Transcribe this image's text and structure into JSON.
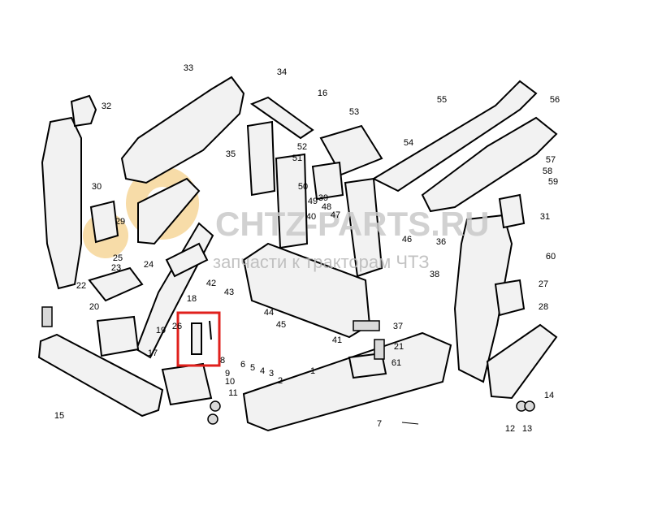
{
  "watermark": {
    "line1": "CHTZ-PARTS.RU",
    "line2": "запчасти к тракторам ЧТЗ"
  },
  "highlight_color": "#e0201c",
  "labels": [
    "1",
    "2",
    "3",
    "4",
    "5",
    "6",
    "7",
    "8",
    "9",
    "10",
    "11",
    "12",
    "13",
    "14",
    "15",
    "16",
    "17",
    "18",
    "19",
    "20",
    "21",
    "22",
    "23",
    "24",
    "25",
    "26",
    "27",
    "28",
    "29",
    "30",
    "31",
    "32",
    "33",
    "34",
    "35",
    "36",
    "37",
    "38",
    "39",
    "40",
    "41",
    "42",
    "43",
    "44",
    "45",
    "46",
    "47",
    "48",
    "49",
    "50",
    "51",
    "52",
    "53",
    "54",
    "55",
    "56",
    "57",
    "58",
    "59",
    "60",
    "61"
  ]
}
